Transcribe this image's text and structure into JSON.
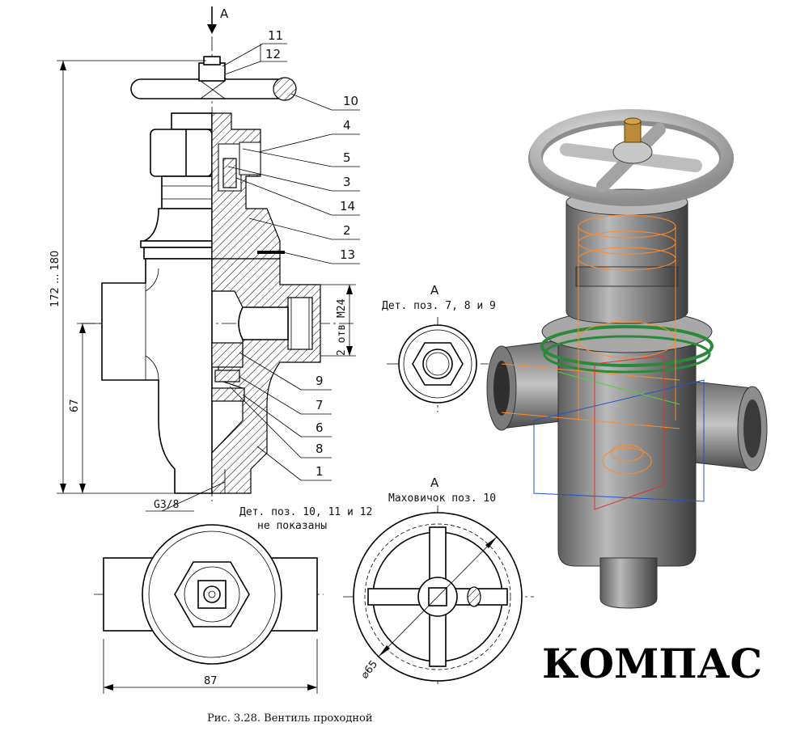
{
  "diagram": {
    "view_label": "A",
    "callouts": [
      "11",
      "12",
      "10",
      "4",
      "5",
      "3",
      "14",
      "2",
      "13",
      "9",
      "7",
      "6",
      "8",
      "1"
    ],
    "dim_overall_height": "172 ... 180",
    "dim_lower_height": "67",
    "dim_width": "87",
    "dim_holes": "2 отв М24",
    "thread_label": "G3/8",
    "note_line1": "Дет. поз. 10, 11 и 12",
    "note_line2": "не показаны",
    "detail_view_title": "А",
    "detail_view_sub": "Дет. поз. 7, 8 и 9",
    "handwheel_title": "А",
    "handwheel_sub": "Маховичок поз. 10",
    "dim_diameter": "⌀65",
    "caption": "Рис. 3.28. Вентиль проходной",
    "brand": "КОМПАС"
  }
}
